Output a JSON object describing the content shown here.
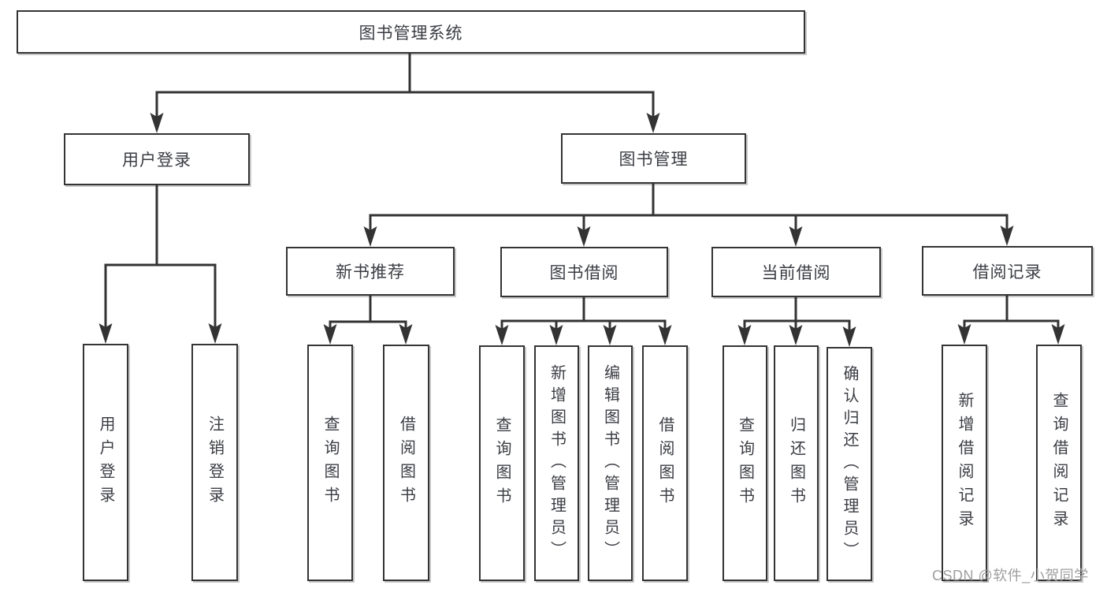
{
  "diagram": {
    "title": "图书管理系统",
    "watermark": "CSDN @软件_小贺同学",
    "colors": {
      "line": "#333333",
      "border": "#343434",
      "text": "#3b3d43",
      "watermark": "#9e9e9e",
      "background": "#ffffff"
    },
    "nodes": {
      "root": {
        "label": "图书管理系统"
      },
      "user_login": {
        "label": "用户登录"
      },
      "book_management": {
        "label": "图书管理"
      },
      "new_book_recommend": {
        "label": "新书推荐"
      },
      "book_borrow": {
        "label": "图书借阅"
      },
      "current_borrow": {
        "label": "当前借阅"
      },
      "borrow_records": {
        "label": "借阅记录"
      },
      "leaf_user_login": {
        "label": "用户登录"
      },
      "leaf_logout": {
        "label": "注销登录"
      },
      "leaf_query_book_recommend": {
        "label": "查询图书"
      },
      "leaf_borrow_book_recommend": {
        "label": "借阅图书"
      },
      "leaf_query_book_borrow": {
        "label": "查询图书"
      },
      "leaf_add_book_admin": {
        "label": "新增图书（管理员）"
      },
      "leaf_edit_book_admin": {
        "label": "编辑图书（管理员）"
      },
      "leaf_borrow_book_borrow": {
        "label": "借阅图书"
      },
      "leaf_query_book_current": {
        "label": "查询图书"
      },
      "leaf_return_book": {
        "label": "归还图书"
      },
      "leaf_confirm_return_admin": {
        "label": "确认归还（管理员）"
      },
      "leaf_add_borrow_record": {
        "label": "新增借阅记录"
      },
      "leaf_query_borrow_record": {
        "label": "查询借阅记录"
      }
    }
  }
}
